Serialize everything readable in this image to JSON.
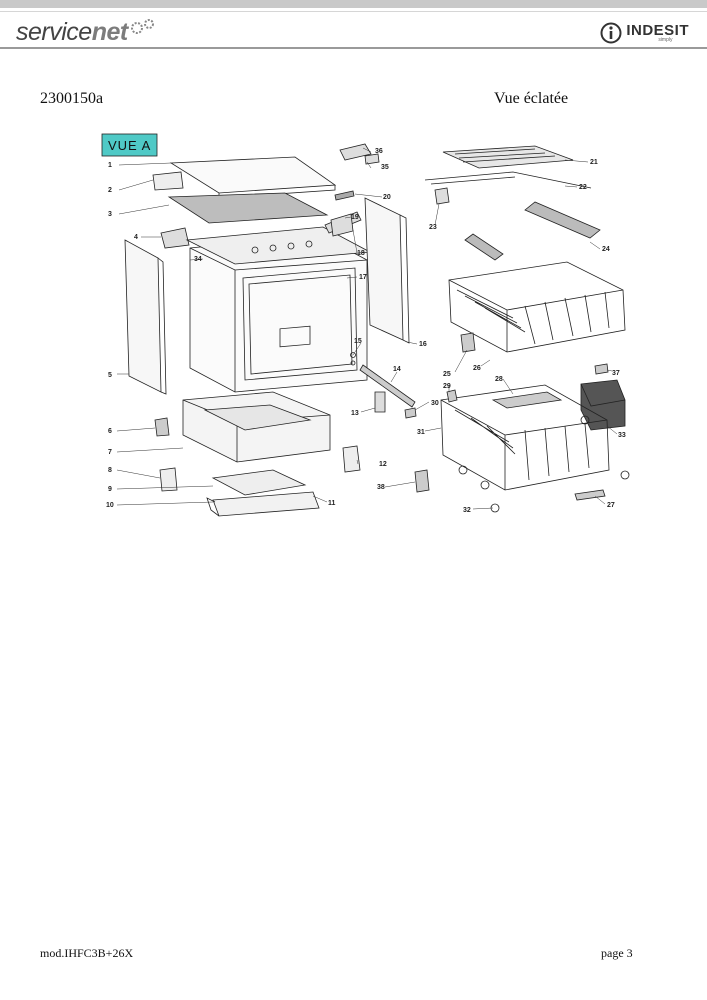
{
  "header": {
    "logo_left_service": "service",
    "logo_left_net": "net",
    "logo_right": "INDESIT",
    "logo_right_tag": "simply"
  },
  "document": {
    "code": "2300150a",
    "title": "Vue éclatée",
    "view_label": "VUE A"
  },
  "part_labels": [
    "1",
    "2",
    "3",
    "4",
    "5",
    "6",
    "7",
    "8",
    "9",
    "10",
    "11",
    "12",
    "13",
    "14",
    "15",
    "16",
    "17",
    "18",
    "19",
    "20",
    "21",
    "22",
    "23",
    "24",
    "25",
    "26",
    "27",
    "28",
    "29",
    "30",
    "31",
    "32",
    "33",
    "34",
    "35",
    "36",
    "37",
    "38"
  ],
  "footer": {
    "model": "mod.IHFC3B+26X",
    "page": "page 3"
  },
  "colors": {
    "badge_fill": "#4fc9c6",
    "rule": "#9a9a9a"
  }
}
